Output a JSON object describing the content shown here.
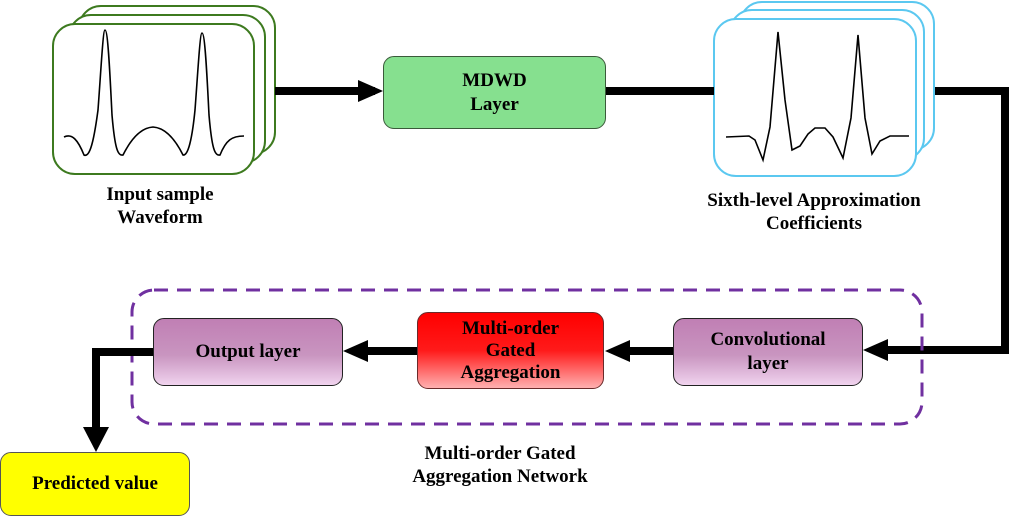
{
  "input_waveform": {
    "caption_line1": "Input sample",
    "caption_line2": "Waveform",
    "stack_color": "#3d7a1f",
    "icon": "smooth-waveform-icon"
  },
  "mdwd_layer": {
    "line1": "MDWD",
    "line2": "Layer",
    "color": "#86e08f"
  },
  "approximation": {
    "caption_line1": "Sixth-level Approximation",
    "caption_line2": "Coefficients",
    "stack_color": "#5bc8f0",
    "icon": "jagged-waveform-icon"
  },
  "network_group": {
    "label_line1": "Multi-order Gated",
    "label_line2": "Aggregation Network",
    "border_color": "#7030a0"
  },
  "convolutional_layer": {
    "line1": "Convolutional",
    "line2": "layer"
  },
  "mga_block": {
    "line1": "Multi-order",
    "line2": "Gated",
    "line3": "Aggregation",
    "color": "#ff0000"
  },
  "output_layer": {
    "label": "Output layer"
  },
  "predicted": {
    "label": "Predicted value",
    "color": "#ffff00"
  }
}
